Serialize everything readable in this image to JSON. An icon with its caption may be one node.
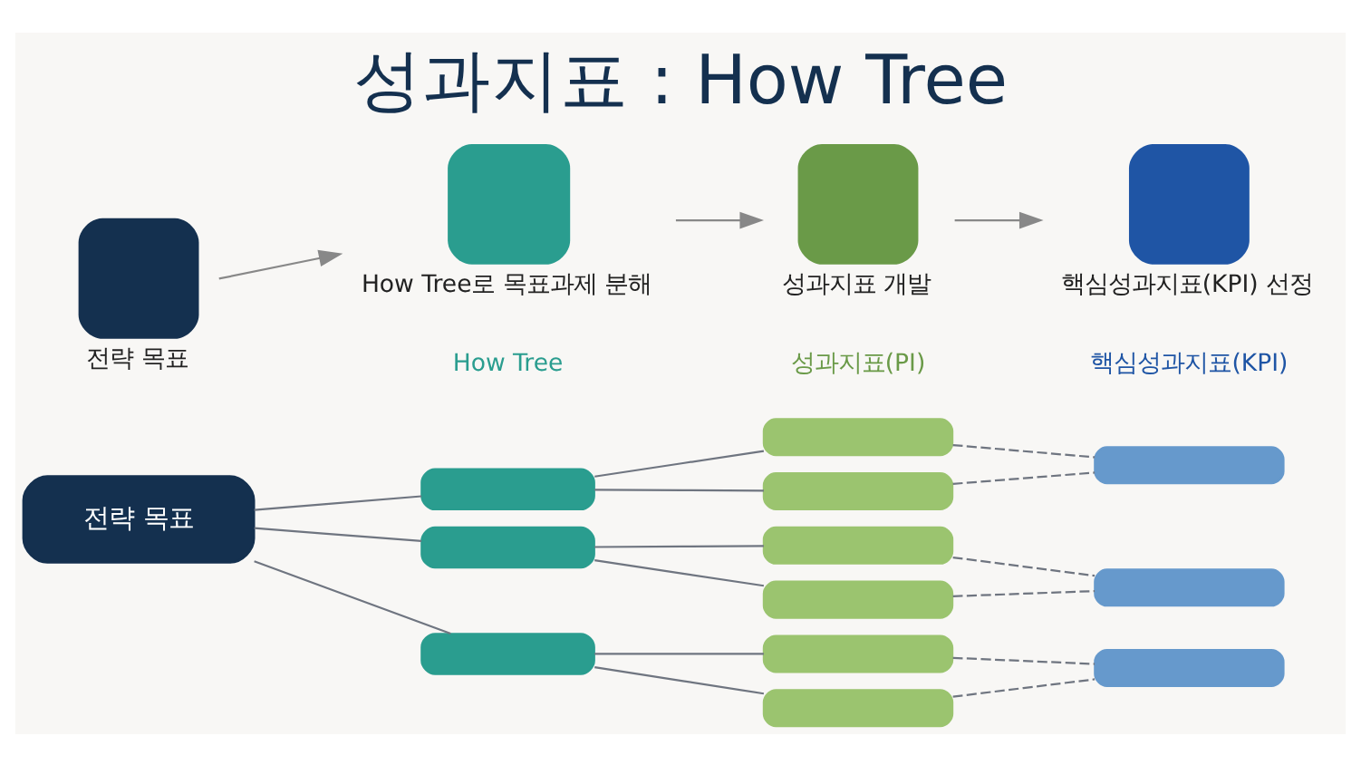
{
  "diagram": {
    "title": "성과지표 : How Tree",
    "nodes": [
      {
        "text": [
          "전략 목표"
        ]
      },
      {
        "text": [
          "How Tree로 목표과제 분해"
        ]
      },
      {
        "text": [
          "성과지표 개발"
        ]
      },
      {
        "text": [
          "핵심성과지표(KPI) 선정"
        ]
      },
      {
        "text": [
          "전략 목표"
        ]
      },
      {
        "text": [],
        "shape": "box"
      },
      {
        "text": [],
        "shape": "box"
      },
      {
        "text": [],
        "shape": "box"
      },
      {
        "text": [],
        "shape": "box"
      },
      {
        "text": [],
        "shape": "box"
      },
      {
        "text": [],
        "shape": "box"
      },
      {
        "text": [],
        "shape": "box"
      },
      {
        "text": [],
        "shape": "box"
      },
      {
        "text": [],
        "shape": "box"
      },
      {
        "text": [],
        "shape": "box"
      },
      {
        "text": [],
        "shape": "box"
      },
      {
        "text": [],
        "shape": "box"
      }
    ],
    "edges": [
      {
        "from": 0,
        "to": 1,
        "arrow": "to"
      },
      {
        "from": 1,
        "to": 2,
        "arrow": "to"
      },
      {
        "from": 2,
        "to": 3,
        "arrow": "to"
      },
      {
        "from": 4,
        "to": 5,
        "arrow": "none"
      },
      {
        "from": 4,
        "to": 6,
        "arrow": "none"
      },
      {
        "from": 4,
        "to": 7,
        "arrow": "none"
      },
      {
        "from": 5,
        "to": 8,
        "arrow": "none"
      },
      {
        "from": 5,
        "to": 9,
        "arrow": "none"
      },
      {
        "from": 6,
        "to": 10,
        "arrow": "none"
      },
      {
        "from": 6,
        "to": 11,
        "arrow": "none"
      },
      {
        "from": 7,
        "to": 12,
        "arrow": "none"
      },
      {
        "from": 7,
        "to": 13,
        "arrow": "none"
      },
      {
        "from": 8,
        "to": 14,
        "arrow": "none",
        "style": "dashed"
      },
      {
        "from": 9,
        "to": 14,
        "arrow": "none",
        "style": "dashed"
      },
      {
        "from": 10,
        "to": 15,
        "arrow": "none",
        "style": "dashed"
      },
      {
        "from": 11,
        "to": 15,
        "arrow": "none",
        "style": "dashed"
      },
      {
        "from": 12,
        "to": 16,
        "arrow": "none",
        "style": "dashed"
      },
      {
        "from": 13,
        "to": 16,
        "arrow": "none",
        "style": "dashed"
      }
    ],
    "labels": [
      "How Tree",
      "성과지표(PI)",
      "핵심성과지표(KPI)"
    ]
  }
}
